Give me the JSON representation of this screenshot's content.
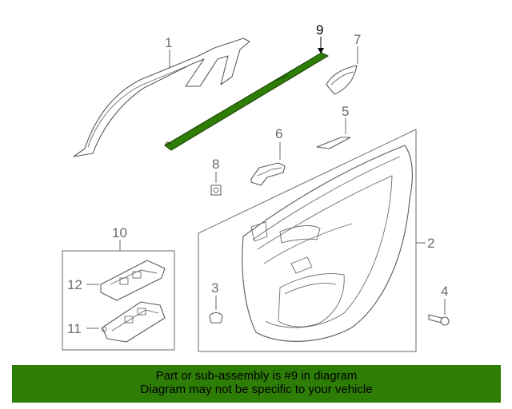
{
  "diagram": {
    "highlight_color": "#2e7d07",
    "callouts": {
      "c1": "1",
      "c2": "2",
      "c3": "3",
      "c4": "4",
      "c5": "5",
      "c6": "6",
      "c7": "7",
      "c8": "8",
      "c9": "9",
      "c10": "10",
      "c11": "11",
      "c12": "12"
    }
  },
  "banner": {
    "line1": "Part or sub-assembly is #9 in diagram",
    "line2": "Diagram may not be specific to your vehicle",
    "background": "#2e7d07"
  }
}
